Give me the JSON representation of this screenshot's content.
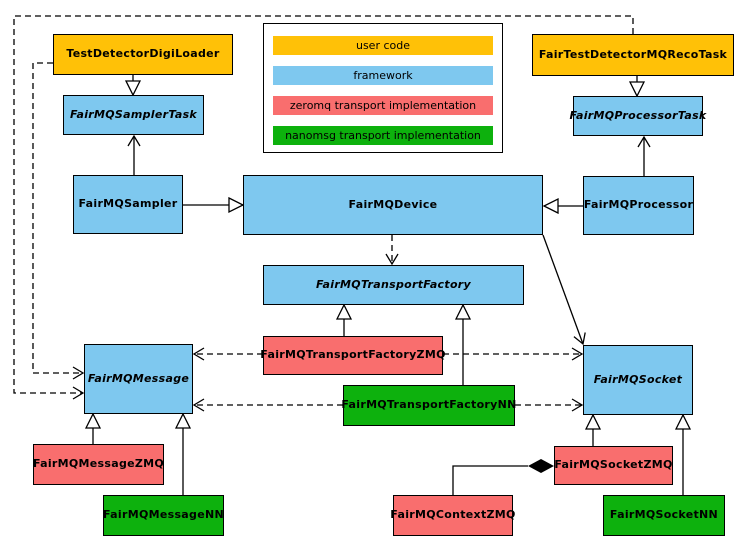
{
  "diagram": {
    "title": "FairMQ class diagram",
    "colors": {
      "user_code": "#FFC107",
      "framework": "#7EC8EF",
      "zeromq": "#F96E6E",
      "nanomsg": "#0DB10D",
      "line": "#000000",
      "background": "#ffffff"
    },
    "legend": {
      "items": [
        {
          "label": "user code",
          "category": "user_code",
          "color": "#FFC107"
        },
        {
          "label": "framework",
          "category": "framework",
          "color": "#7EC8EF"
        },
        {
          "label": "zeromq transport implementation",
          "category": "zeromq",
          "color": "#F96E6E"
        },
        {
          "label": "nanomsg transport implementation",
          "category": "nanomsg",
          "color": "#0DB10D"
        }
      ]
    },
    "nodes": {
      "test_detector_digi_loader": {
        "label": "TestDetectorDigiLoader",
        "category": "user_code",
        "abstract": false
      },
      "fair_test_detector_mq_reco_task": {
        "label": "FairTestDetectorMQRecoTask",
        "category": "user_code",
        "abstract": false
      },
      "fair_mq_sampler_task": {
        "label": "FairMQSamplerTask",
        "category": "framework",
        "abstract": true
      },
      "fair_mq_processor_task": {
        "label": "FairMQProcessorTask",
        "category": "framework",
        "abstract": true
      },
      "fair_mq_sampler": {
        "label": "FairMQSampler",
        "category": "framework",
        "abstract": false
      },
      "fair_mq_device": {
        "label": "FairMQDevice",
        "category": "framework",
        "abstract": false
      },
      "fair_mq_processor": {
        "label": "FairMQProcessor",
        "category": "framework",
        "abstract": false
      },
      "fair_mq_transport_factory": {
        "label": "FairMQTransportFactory",
        "category": "framework",
        "abstract": true
      },
      "fair_mq_transport_factory_zmq": {
        "label": "FairMQTransportFactoryZMQ",
        "category": "zeromq",
        "abstract": false
      },
      "fair_mq_transport_factory_nn": {
        "label": "FairMQTransportFactoryNN",
        "category": "nanomsg",
        "abstract": false
      },
      "fair_mq_message": {
        "label": "FairMQMessage",
        "category": "framework",
        "abstract": true
      },
      "fair_mq_socket": {
        "label": "FairMQSocket",
        "category": "framework",
        "abstract": true
      },
      "fair_mq_message_zmq": {
        "label": "FairMQMessageZMQ",
        "category": "zeromq",
        "abstract": false
      },
      "fair_mq_message_nn": {
        "label": "FairMQMessageNN",
        "category": "nanomsg",
        "abstract": false
      },
      "fair_mq_context_zmq": {
        "label": "FairMQContextZMQ",
        "category": "zeromq",
        "abstract": false
      },
      "fair_mq_socket_zmq": {
        "label": "FairMQSocketZMQ",
        "category": "zeromq",
        "abstract": false
      },
      "fair_mq_socket_nn": {
        "label": "FairMQSocketNN",
        "category": "nanomsg",
        "abstract": false
      }
    },
    "edges": [
      {
        "from": "TestDetectorDigiLoader",
        "to": "FairMQSamplerTask",
        "type": "inheritance"
      },
      {
        "from": "FairTestDetectorMQRecoTask",
        "to": "FairMQProcessorTask",
        "type": "inheritance"
      },
      {
        "from": "FairMQSampler",
        "to": "FairMQDevice",
        "type": "inheritance"
      },
      {
        "from": "FairMQProcessor",
        "to": "FairMQDevice",
        "type": "inheritance"
      },
      {
        "from": "FairMQSampler",
        "to": "FairMQSamplerTask",
        "type": "association"
      },
      {
        "from": "FairMQProcessor",
        "to": "FairMQProcessorTask",
        "type": "association"
      },
      {
        "from": "FairMQDevice",
        "to": "FairMQTransportFactory",
        "type": "dependency"
      },
      {
        "from": "FairMQDevice",
        "to": "FairMQSocket",
        "type": "association"
      },
      {
        "from": "FairMQTransportFactoryZMQ",
        "to": "FairMQTransportFactory",
        "type": "inheritance"
      },
      {
        "from": "FairMQTransportFactoryNN",
        "to": "FairMQTransportFactory",
        "type": "inheritance"
      },
      {
        "from": "FairMQTransportFactoryZMQ",
        "to": "FairMQMessage",
        "type": "dependency"
      },
      {
        "from": "FairMQTransportFactoryZMQ",
        "to": "FairMQSocket",
        "type": "dependency"
      },
      {
        "from": "FairMQTransportFactoryNN",
        "to": "FairMQMessage",
        "type": "dependency"
      },
      {
        "from": "FairMQTransportFactoryNN",
        "to": "FairMQSocket",
        "type": "dependency"
      },
      {
        "from": "TestDetectorDigiLoader",
        "to": "FairMQMessage",
        "type": "dependency"
      },
      {
        "from": "FairTestDetectorMQRecoTask",
        "to": "FairMQMessage",
        "type": "dependency"
      },
      {
        "from": "FairMQMessageZMQ",
        "to": "FairMQMessage",
        "type": "inheritance"
      },
      {
        "from": "FairMQMessageNN",
        "to": "FairMQMessage",
        "type": "inheritance"
      },
      {
        "from": "FairMQSocketZMQ",
        "to": "FairMQSocket",
        "type": "inheritance"
      },
      {
        "from": "FairMQSocketNN",
        "to": "FairMQSocket",
        "type": "inheritance"
      },
      {
        "from": "FairMQContextZMQ",
        "to": "FairMQSocketZMQ",
        "type": "composition"
      }
    ]
  }
}
